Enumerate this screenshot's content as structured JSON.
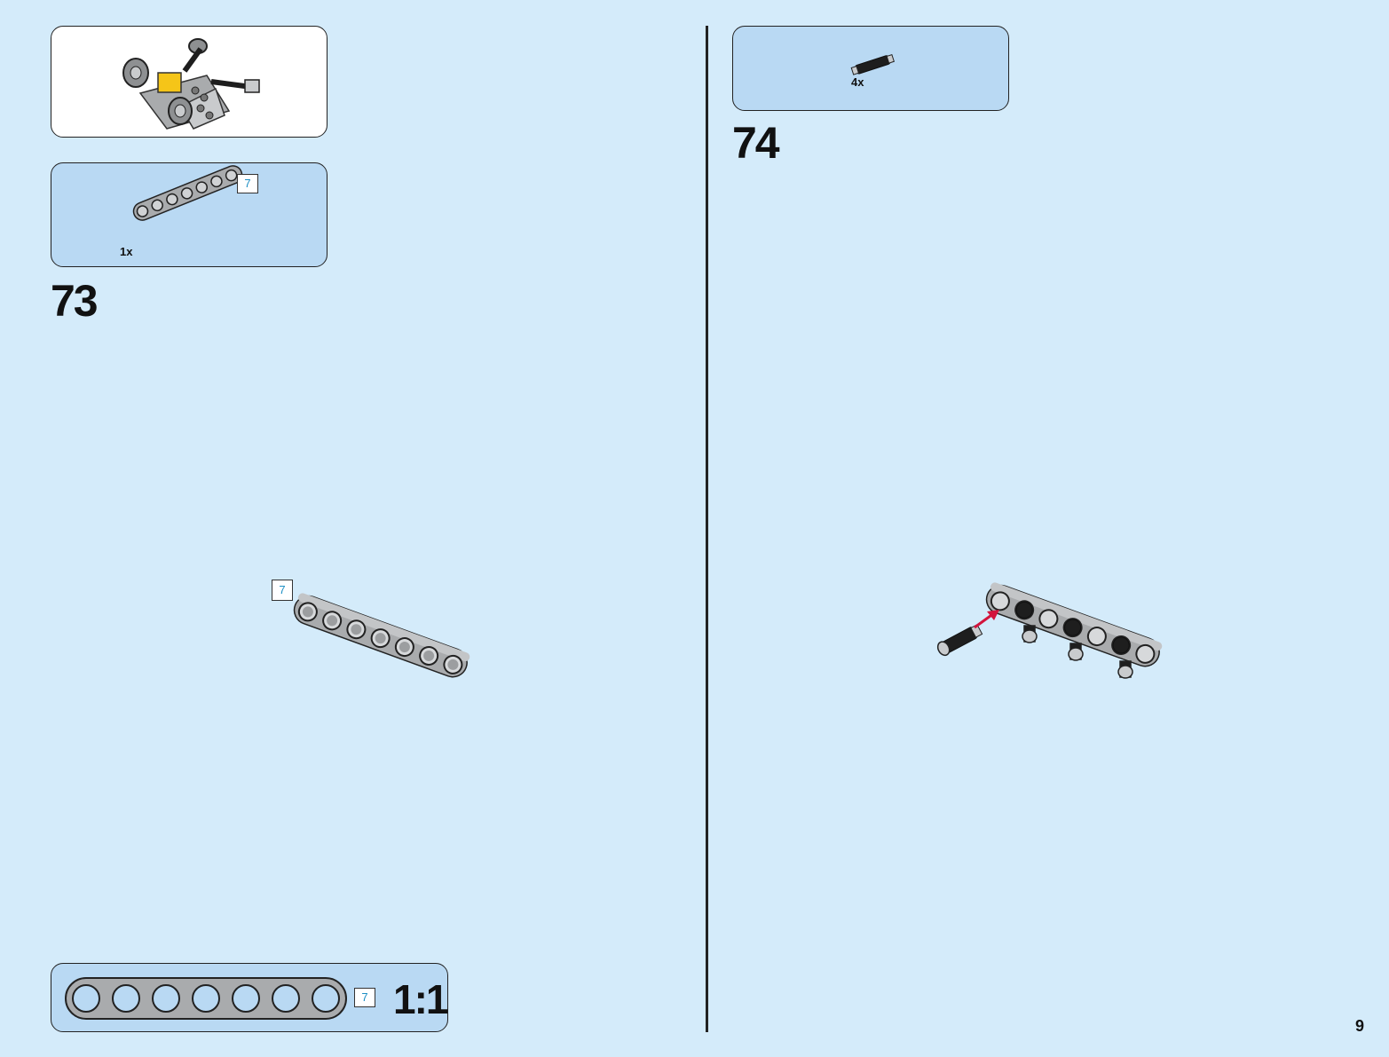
{
  "step73": {
    "number": "73",
    "callout_qty": "1x",
    "beam_length_label": "7"
  },
  "step74": {
    "number": "74",
    "callout_qty": "4x"
  },
  "scale_box": {
    "beam_length_label": "7",
    "scale_label": "1:1"
  },
  "page_number": "9",
  "colors": {
    "page_background": "#d4ebfa",
    "callout_background": "#b9d9f3",
    "beam_gray": "#a9abad",
    "pin_black": "#1e1e1e",
    "arrow_red": "#d2143c",
    "length_badge_text": "#1d8fc4"
  },
  "icons": {
    "previous_assembly": "submodel-preview-icon",
    "beam_part": "technic-beam-7-icon",
    "pin_part": "technic-pin-icon",
    "insert_arrow": "red-arrow-icon"
  }
}
